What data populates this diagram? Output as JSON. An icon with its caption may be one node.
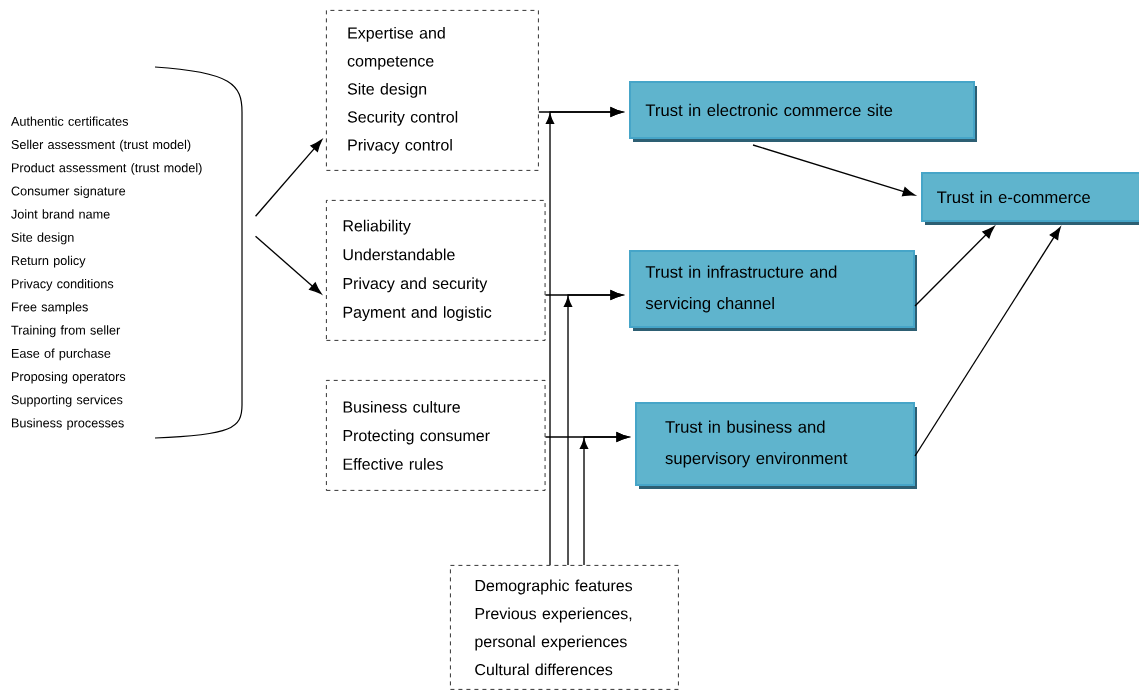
{
  "diagram": {
    "nodes": [
      {
        "text": [
          "Authentic certificates",
          "Seller assessment (trust model)",
          "Product assessment (trust model)",
          "Consumer signature",
          "Joint brand name",
          "Site design",
          "Return policy",
          "Privacy conditions",
          "Free samples",
          "Training from seller",
          "Ease of purchase",
          "Proposing operators",
          "Supporting services",
          "Business processes"
        ]
      },
      {
        "text": [
          "Expertise and competence",
          "Site design",
          "Security control",
          "Privacy control"
        ]
      },
      {
        "text": [
          "Reliability",
          "Understandable",
          "Privacy and security",
          "Payment and logistic"
        ]
      },
      {
        "text": [
          "Business culture",
          "Protecting consumer",
          "Effective rules"
        ]
      },
      {
        "text": [
          "Demographic features",
          "Previous experiences, personal experiences",
          "Cultural differences"
        ]
      },
      {
        "text": [
          "Trust in electronic commerce site"
        ]
      },
      {
        "text": [
          "Trust in infrastructure and servicing channel"
        ]
      },
      {
        "text": [
          "Trust in business and supervisory environment"
        ]
      },
      {
        "text": [
          "Trust in e-commerce"
        ]
      }
    ],
    "edges": [
      {
        "from": 0,
        "to": 1,
        "arrow": "to"
      },
      {
        "from": 0,
        "to": 2,
        "arrow": "to"
      },
      {
        "from": 1,
        "to": 5,
        "arrow": "to"
      },
      {
        "from": 2,
        "to": 6,
        "arrow": "to"
      },
      {
        "from": 3,
        "to": 7,
        "arrow": "to"
      },
      {
        "from": 4,
        "to": 5,
        "arrow": "to"
      },
      {
        "from": 4,
        "to": 6,
        "arrow": "to"
      },
      {
        "from": 4,
        "to": 7,
        "arrow": "to"
      },
      {
        "from": 5,
        "to": 8,
        "arrow": "to"
      },
      {
        "from": 6,
        "to": 8,
        "arrow": "to"
      },
      {
        "from": 7,
        "to": 8,
        "arrow": "to"
      }
    ]
  }
}
